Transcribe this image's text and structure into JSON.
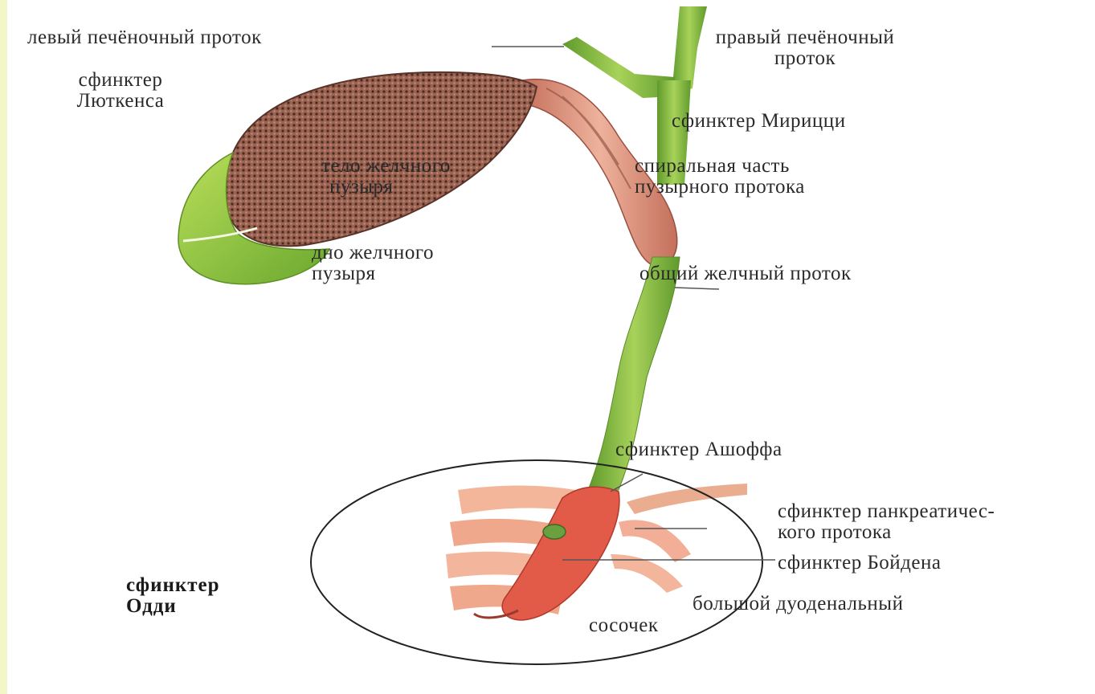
{
  "labels": {
    "left_hepatic_duct": "левый печёночный проток",
    "right_hepatic_duct_line1": "правый печёночный",
    "right_hepatic_duct_line2": "проток",
    "lutkens_line1": "сфинктер",
    "lutkens_line2": "Люткенса",
    "mirizzi": "сфинктер Мирицци",
    "body_line1": "тело желчного",
    "body_line2": "пузыря",
    "spiral_line1": "спиральная часть",
    "spiral_line2": "пузырного протока",
    "fundus_line1": "дно желчного",
    "fundus_line2": "пузыря",
    "common_bile_duct": "общий желчный проток",
    "aschoff": "сфинктер Ашоффа",
    "pancreatic_line1": "сфинктер панкреатичес-",
    "pancreatic_line2": "кого протока",
    "boyden": "сфинктер Бойдена",
    "oddi_line1": "сфинктер",
    "oddi_line2": "Одди",
    "papilla_line1": "большой дуоденальный",
    "papilla_line2": "сосочек"
  },
  "colors": {
    "duct_green": "#7fb83a",
    "gallbladder_brown": "#8a5a4a",
    "duct_pink": "#d9826e",
    "fundus_green": "#9ccc3c",
    "sphincter_red": "#e2574a"
  }
}
